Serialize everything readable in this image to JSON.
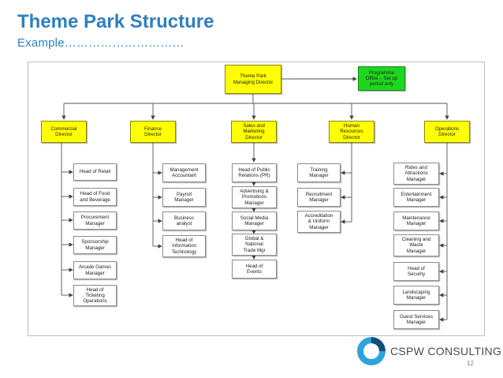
{
  "slide": {
    "title": "Theme Park Structure",
    "subtitle": "Example…………………………",
    "page_number": "12"
  },
  "brand": {
    "name": "CSPW CONSULTING"
  },
  "colors": {
    "title": "#2e7fc0",
    "director_box": "#ffff00",
    "programme_box": "#1ed61e",
    "logo_blue": "#2ea3dc",
    "logo_dark": "#0f4f7a"
  },
  "icons": {
    "logo": "cspw-logo-icon"
  },
  "org": {
    "top": {
      "label": "Theme Park\nManaging Director"
    },
    "side": {
      "label": "Programme\nOffice – Set up\nperiod only"
    },
    "directors": [
      {
        "label": "Commercial\nDirector"
      },
      {
        "label": "Finance\nDirector"
      },
      {
        "label": "Sales and\nMarketing\nDirector"
      },
      {
        "label": "Human\nResources\nDirector"
      },
      {
        "label": "Operations\nDirector"
      }
    ],
    "reports": [
      [
        "Head of Retail",
        "Head of Food\nand Beverage",
        "Procurement\nManager",
        "Sponsorship\nManager",
        "Arcade Games\nManager",
        "Head of\nTicketing\nOperations"
      ],
      [
        "Management\nAccountant",
        "Payroll\nManager",
        "Business\nanalyst",
        "Head of\nInformation\nTechnology"
      ],
      [
        "Head of Public\nRelations (PR)",
        "Advertising &\nPromotions\nManager",
        "Social Media\nManager",
        "Global  &\nNational\nTrade Mgr",
        "Head of\nEvents"
      ],
      [
        "Training\nManager",
        "Recruitment\nManager",
        "Accreditation\n& Uniform\nManager"
      ],
      [
        "Rides and\nAttractions\nManager",
        "Entertainment\nManager",
        "Maintenance\nManager",
        "Cleaning and\nWaste\nManager",
        "Head of\nSecurity",
        "Landscaping\nManager",
        "Guest Services\nManager"
      ]
    ]
  }
}
